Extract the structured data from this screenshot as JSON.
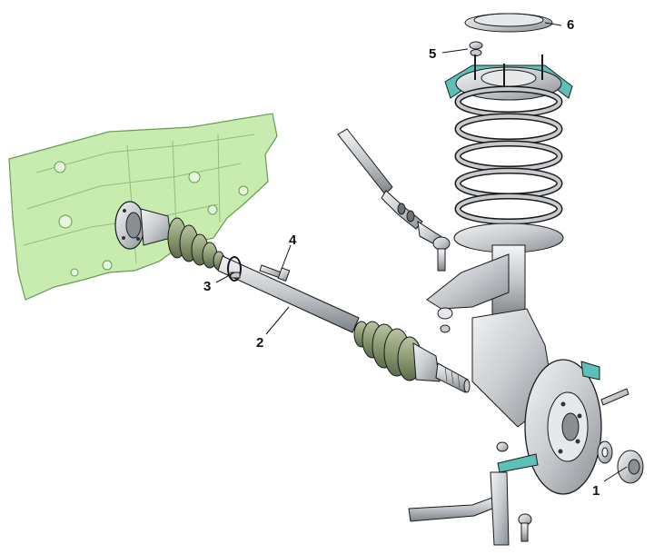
{
  "callouts": [
    {
      "id": "1",
      "label": "1"
    },
    {
      "id": "2",
      "label": "2"
    },
    {
      "id": "3",
      "label": "3"
    },
    {
      "id": "4",
      "label": "4"
    },
    {
      "id": "5",
      "label": "5"
    },
    {
      "id": "6",
      "label": "6"
    }
  ],
  "colors": {
    "gearbox_housing": "#c8ecb0",
    "gearbox_outline": "#6a9a55",
    "metal_light": "#e6e8ea",
    "metal_mid": "#b8bcc0",
    "metal_dark": "#6d7277",
    "boot": "#8a9a72",
    "accent_teal": "#5cc0b8",
    "line": "#1a1a1a"
  }
}
